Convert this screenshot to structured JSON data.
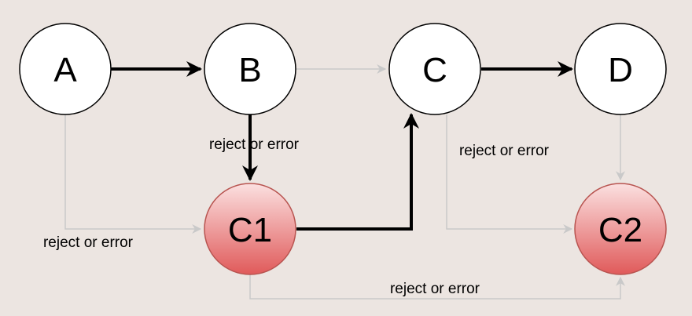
{
  "nodes": {
    "a": "A",
    "b": "B",
    "c": "C",
    "d": "D",
    "c1": "C1",
    "c2": "C2"
  },
  "edge_labels": {
    "b_to_c1": "reject or error",
    "a_to_c1": "reject or error",
    "c_to_c2": "reject or error",
    "c1_to_c2": "reject or error"
  },
  "colors": {
    "background": "#ece5e1",
    "normal_node_fill": "#ffffff",
    "error_node_fill_top": "#fbe0e0",
    "error_node_fill_bottom": "#e05a5a",
    "error_node_stroke": "#b85450",
    "active_edge": "#000000",
    "inactive_edge": "#c9c9c9"
  }
}
